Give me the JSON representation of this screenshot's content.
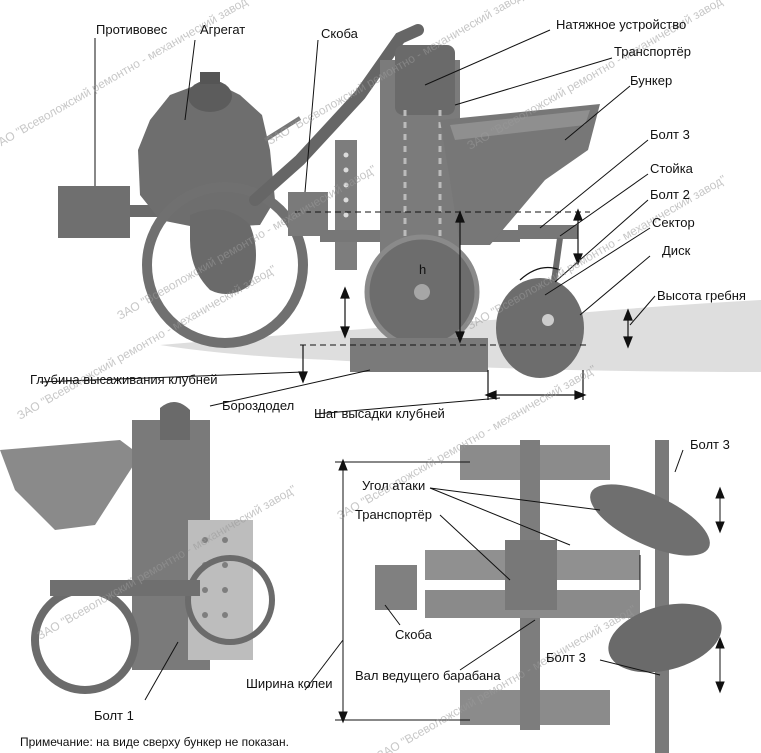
{
  "labels": {
    "counterweight": "Противовес",
    "aggregate": "Агрегат",
    "bracket": "Скоба",
    "tensioner": "Натяжное устройство",
    "conveyor": "Транспортёр",
    "hopper": "Бункер",
    "bolt3": "Болт 3",
    "stand": "Стойка",
    "bolt2": "Болт 2",
    "sector": "Сектор",
    "disc": "Диск",
    "ridge_height": "Высота гребня",
    "h": "h",
    "planting_depth": "Глубина высаживания клубней",
    "furrower": "Бороздодел",
    "planting_step": "Шаг высадки клубней",
    "bolt3_top": "Болт 3",
    "attack_angle": "Угол атаки",
    "conveyor_top": "Транспортёр",
    "bracket_top": "Скоба",
    "track_width": "Ширина колеи",
    "drive_shaft": "Вал ведущего барабана",
    "bolt3_bottom": "Болт 3",
    "bolt1": "Болт 1",
    "note": "Примечание: на виде сверху бункер не показан."
  },
  "watermark": "ЗАО \"Всеволожский ремонтно - механический завод\"",
  "colors": {
    "metal": "#7b7b7b",
    "metal_dark": "#5a5a5a",
    "metal_light": "#a8a8a8",
    "ground": "#d9d9d9",
    "line": "#111111"
  }
}
